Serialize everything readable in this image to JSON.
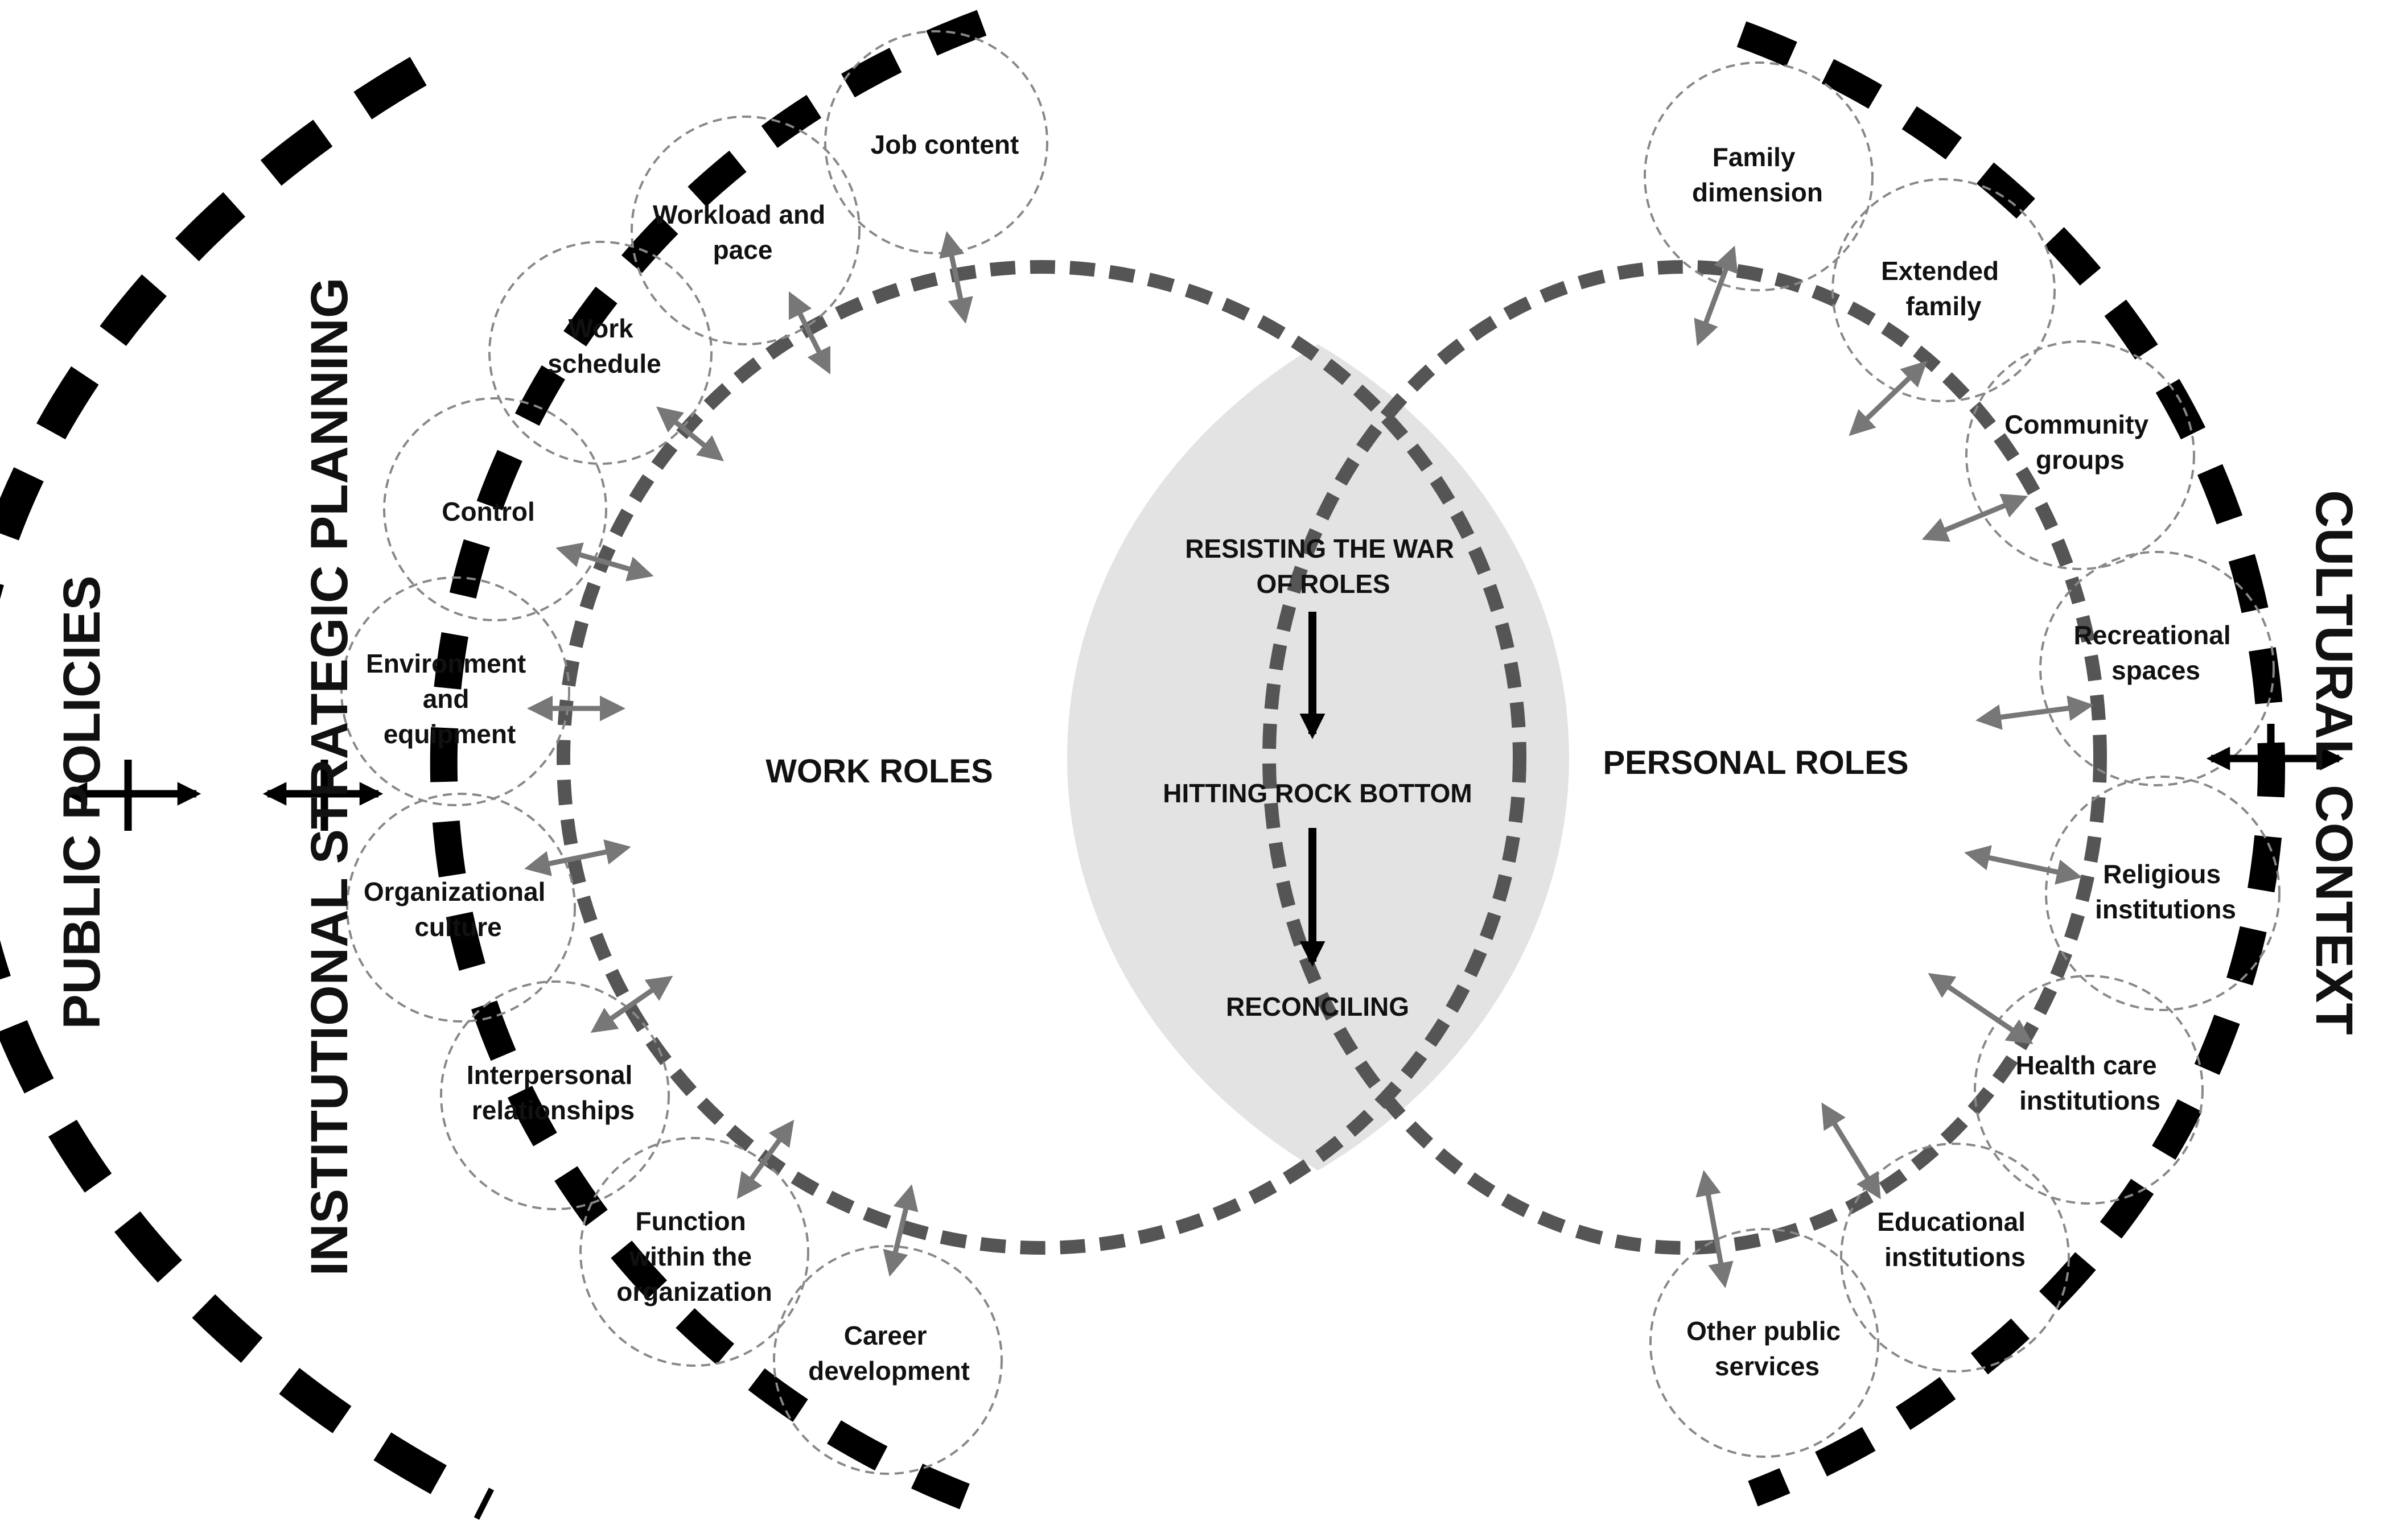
{
  "colors": {
    "outer_dash": "#000000",
    "inner_dash": "#555555",
    "bubble_stroke": "#888888",
    "lens_fill": "#e3e3e3",
    "gray_arrow": "#777777",
    "black_arrow": "#000000"
  },
  "context": {
    "public_policies": "PUBLIC POLICIES",
    "institutional": "INSTITUTIONAL STRATEGIC PLANNING",
    "cultural": "CULTURAL CONTEXT"
  },
  "roles": {
    "work": "WORK ROLES",
    "personal": "PERSONAL ROLES"
  },
  "center": {
    "step1_line1": "RESISTING THE WAR",
    "step1_line2": "OF ROLES",
    "step2": "HITTING ROCK BOTTOM",
    "step3": "RECONCILING"
  },
  "work_factors": [
    {
      "l1": "Job content",
      "l2": "",
      "l3": ""
    },
    {
      "l1": "Workload and",
      "l2": "pace",
      "l3": ""
    },
    {
      "l1": "Work",
      "l2": "schedule",
      "l3": ""
    },
    {
      "l1": "Control",
      "l2": "",
      "l3": ""
    },
    {
      "l1": "Environment",
      "l2": "and",
      "l3": "equipment"
    },
    {
      "l1": "Organizational",
      "l2": "culture",
      "l3": ""
    },
    {
      "l1": "Interpersonal",
      "l2": "relationships",
      "l3": ""
    },
    {
      "l1": "Function",
      "l2": "within the",
      "l3": "organization"
    },
    {
      "l1": "Career",
      "l2": "development",
      "l3": ""
    }
  ],
  "personal_factors": [
    {
      "l1": "Family",
      "l2": "dimension"
    },
    {
      "l1": "Extended",
      "l2": "family"
    },
    {
      "l1": "Community",
      "l2": "groups"
    },
    {
      "l1": "Recreational",
      "l2": "spaces"
    },
    {
      "l1": "Religious",
      "l2": "institutions"
    },
    {
      "l1": "Health care",
      "l2": "institutions"
    },
    {
      "l1": "Educational",
      "l2": "institutions"
    },
    {
      "l1": "Other public",
      "l2": "services"
    }
  ]
}
